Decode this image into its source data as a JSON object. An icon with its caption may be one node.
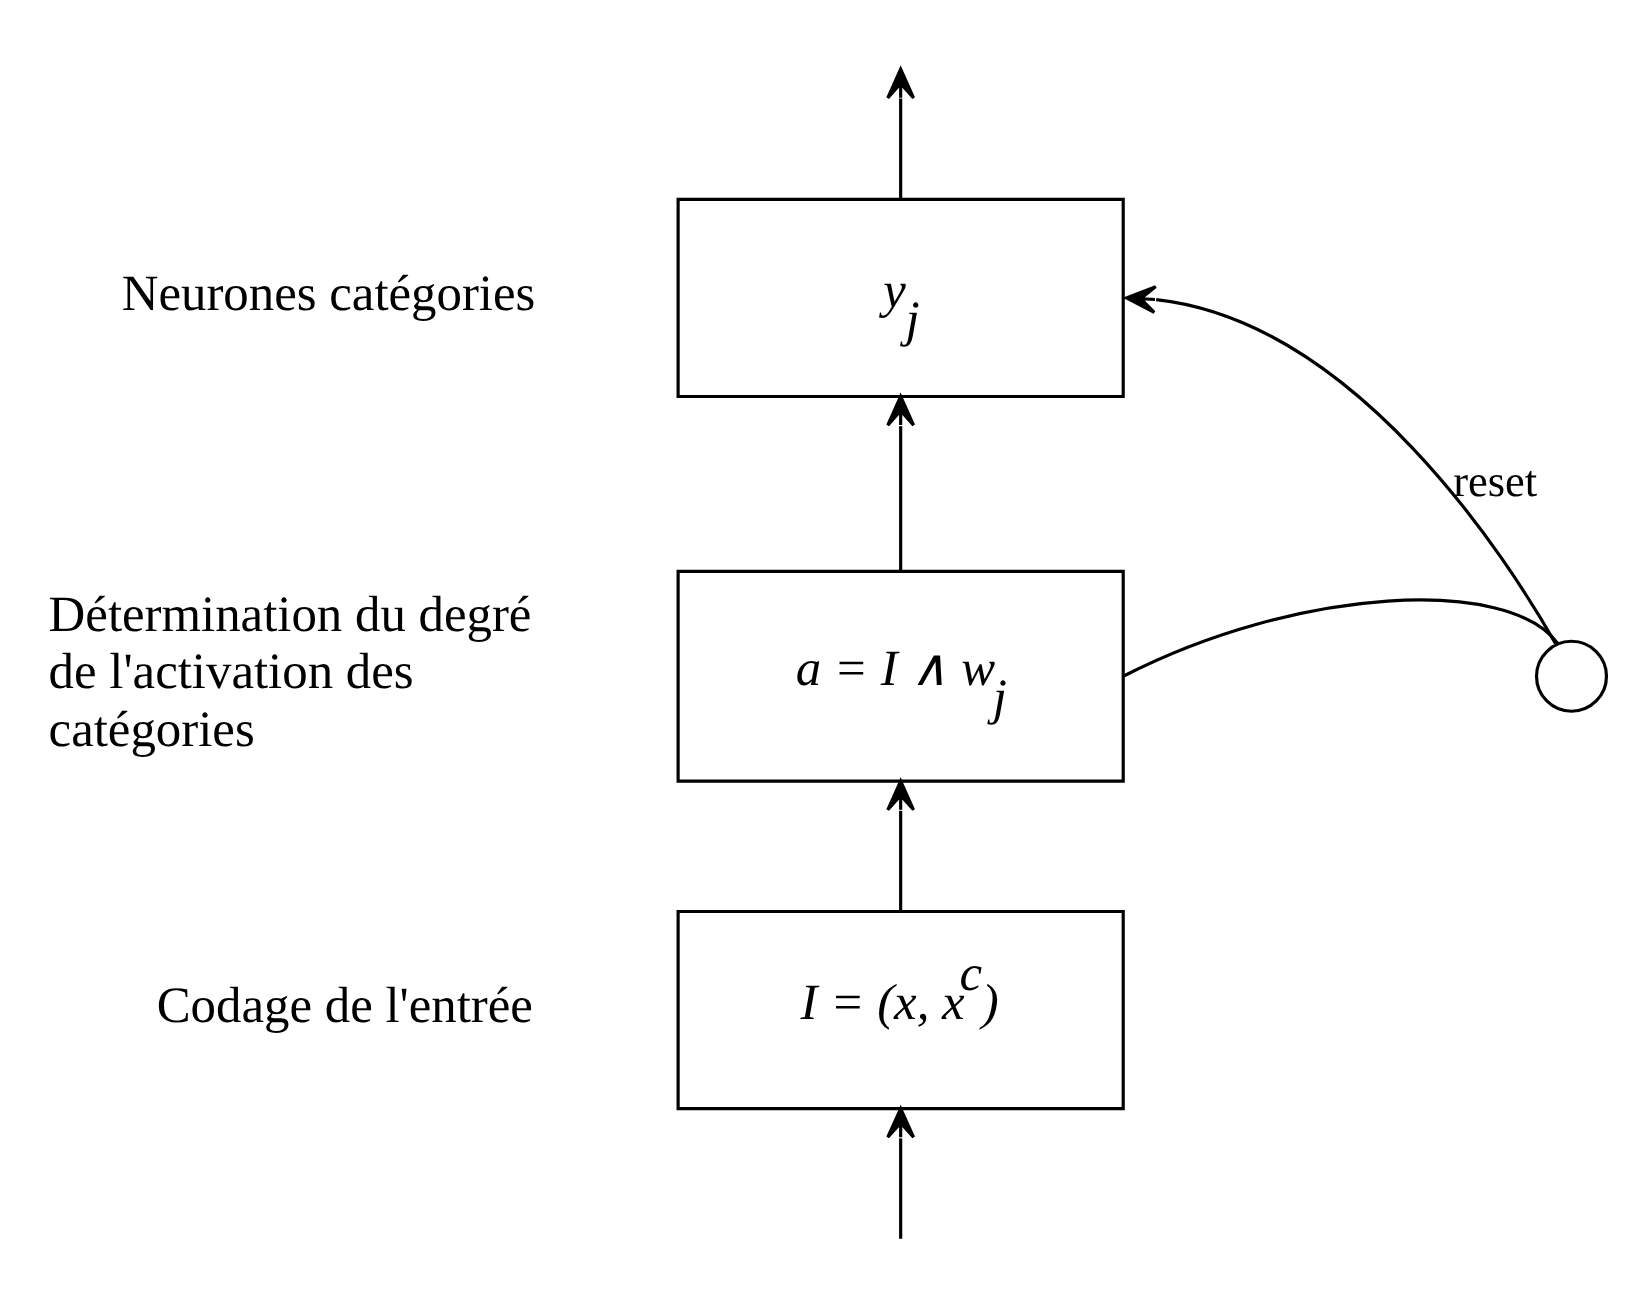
{
  "diagram": {
    "nodes": [
      {
        "text": [
          "y$_{j}$"
        ],
        "beside": [
          "Neurones catégories"
        ]
      },
      {
        "text": [
          "a = I ∧ w$_{j}$"
        ],
        "beside": [
          "Détermination du degré de l'activation des catégories"
        ]
      },
      {
        "text": [
          "I = (x, x$^{c}$)"
        ],
        "beside": [
          "Codage de l'entrée"
        ]
      },
      {
        "text": [],
        "shape": "circle"
      }
    ],
    "edges": [
      {
        "from": null,
        "to": 2,
        "arrow": "to"
      },
      {
        "from": 2,
        "to": 1,
        "arrow": "to"
      },
      {
        "from": 1,
        "to": 0,
        "arrow": "to"
      },
      {
        "from": 0,
        "to": null,
        "arrow": "to"
      },
      {
        "from": 1,
        "to": 3,
        "arrow": "none"
      },
      {
        "from": 3,
        "to": 0,
        "arrow": "to",
        "label": "reset"
      }
    ]
  }
}
